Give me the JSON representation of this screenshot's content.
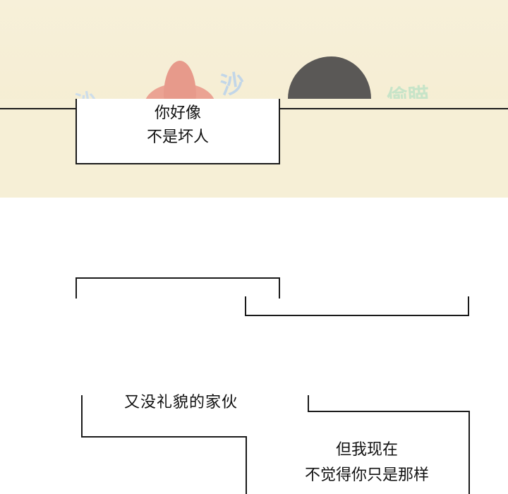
{
  "panel_top": {
    "sfx": [
      "沙",
      "沙",
      "偷瞄"
    ],
    "speech": [
      "你好像",
      "不是坏人"
    ]
  },
  "lower": {
    "caption_1": "又没礼貌的家伙",
    "caption_2": [
      "但我现在",
      "不觉得你只是那样"
    ]
  },
  "colors": {
    "panel_bg": "#f6efd6",
    "ink": "#1a1a1a",
    "sfx_blue": "#b9d2ec",
    "sfx_green": "#bfe3c6",
    "hair_pink": "#e79a8b",
    "hair_dark": "#5a5856"
  }
}
